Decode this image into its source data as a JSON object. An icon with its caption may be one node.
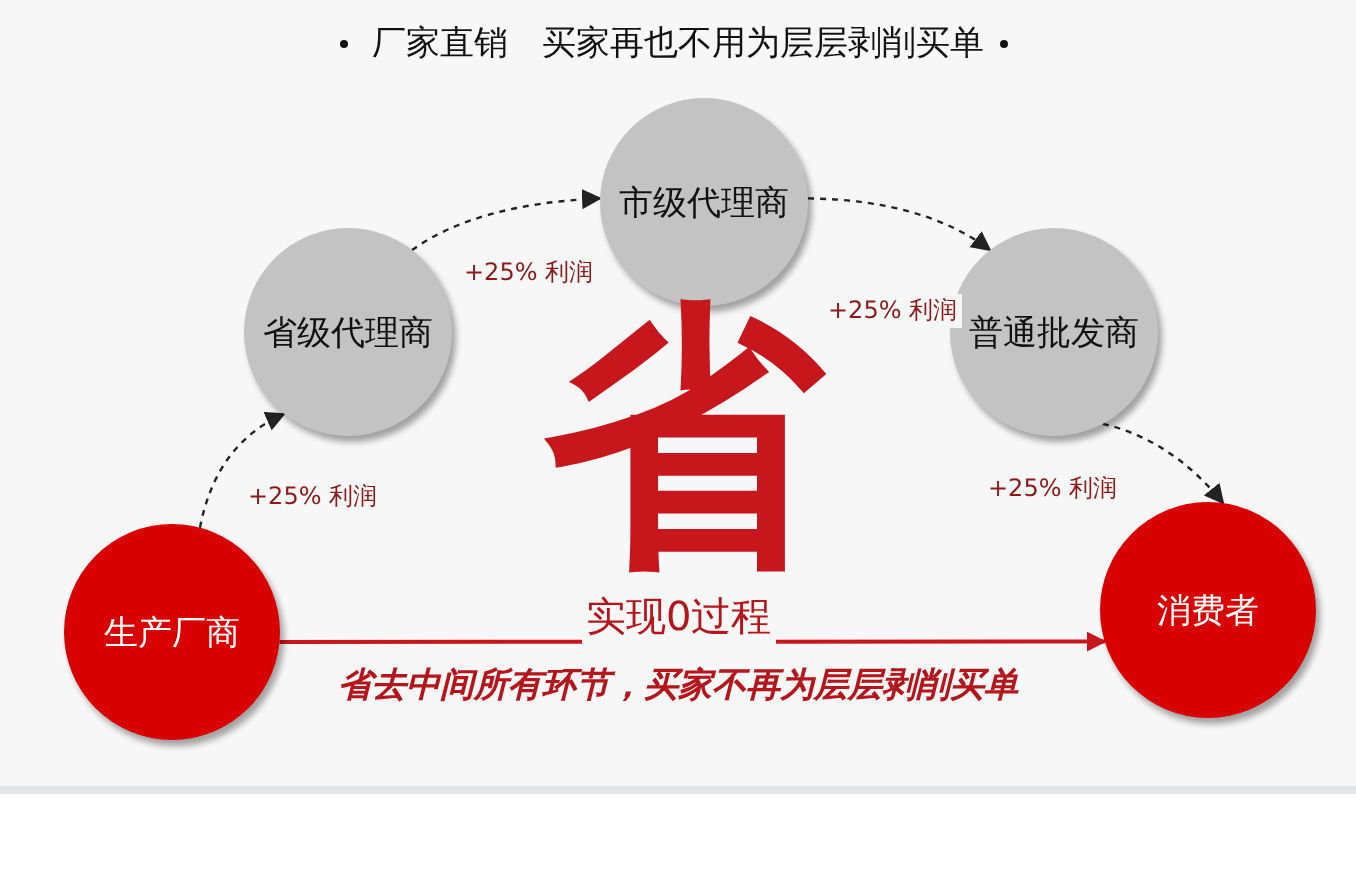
{
  "diagram": {
    "title": "厂家直销　买家再也不用为层层剥削买单",
    "nodes": [
      {
        "text": [
          "生产厂商"
        ]
      },
      {
        "text": [
          "省级代理商"
        ]
      },
      {
        "text": [
          "市级代理商"
        ]
      },
      {
        "text": [
          "普通批发商"
        ]
      },
      {
        "text": [
          "消费者"
        ]
      }
    ],
    "edges": [
      {
        "from": 0,
        "to": 1,
        "arrow": "to",
        "style": "dashed",
        "label": "+25% 利润"
      },
      {
        "from": 1,
        "to": 2,
        "arrow": "to",
        "style": "dashed",
        "label": "+25% 利润"
      },
      {
        "from": 2,
        "to": 3,
        "arrow": "to",
        "style": "dashed",
        "label": "+25% 利润"
      },
      {
        "from": 3,
        "to": 4,
        "arrow": "to",
        "style": "dashed",
        "label": "+25% 利润"
      },
      {
        "from": 0,
        "to": 4,
        "arrow": "to",
        "color": "#c8161d",
        "label": "实现0过程"
      }
    ],
    "labels": [
      "省",
      "省去中间所有环节，买家不再为层层剥削买单"
    ]
  }
}
